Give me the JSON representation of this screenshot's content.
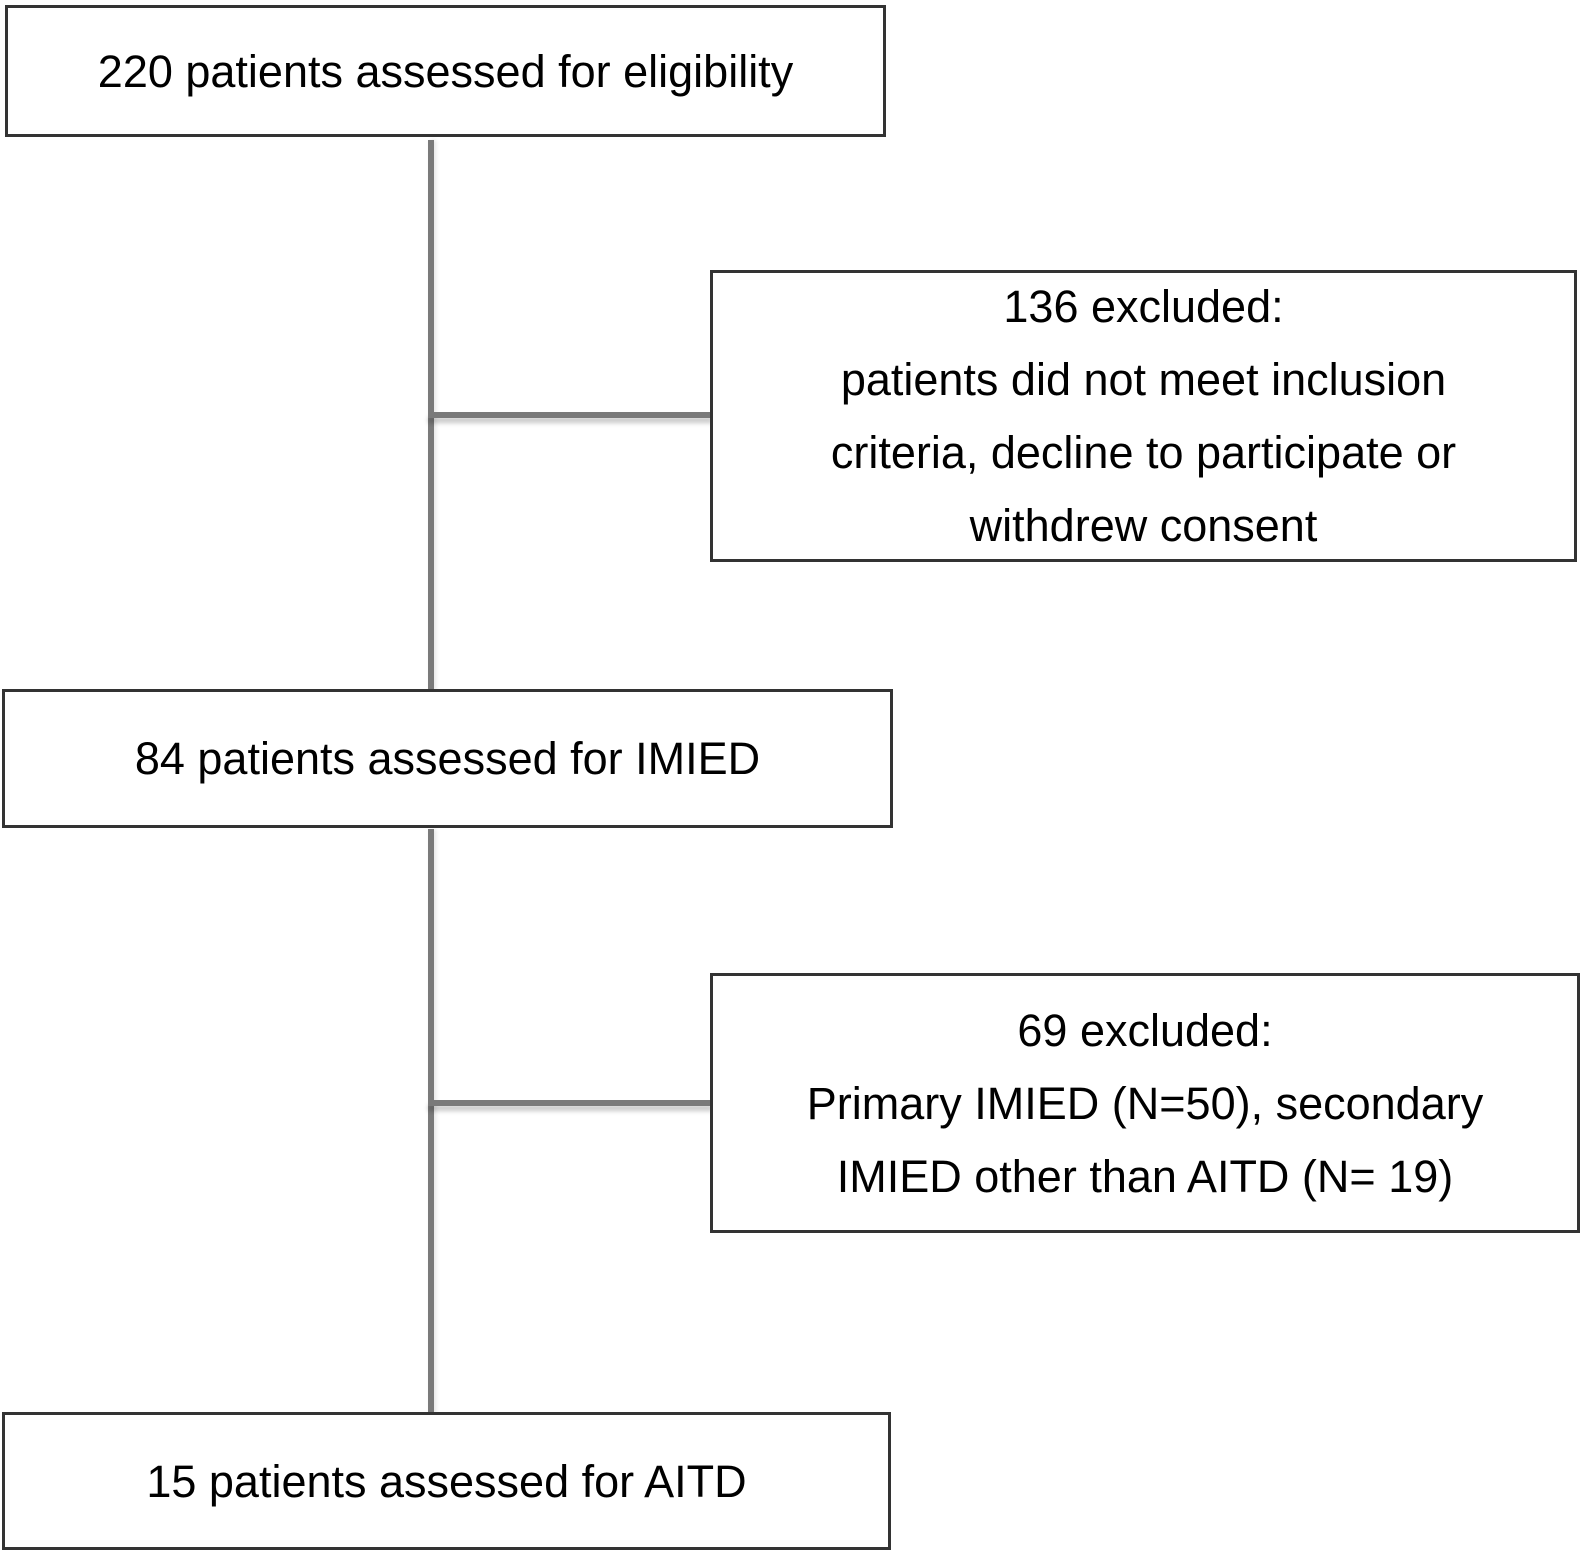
{
  "colors": {
    "background": "#ffffff",
    "box_border": "#333333",
    "connector_line": "#7a7a7a",
    "text": "#000000"
  },
  "flowchart": {
    "type": "patient-flow-diagram",
    "nodes": [
      {
        "id": "eligibility",
        "lines": [
          "220 patients assessed for eligibility"
        ]
      },
      {
        "id": "excluded-after-eligibility",
        "lines": [
          "136 excluded:",
          "patients did not meet inclusion",
          "criteria, decline to participate or",
          "withdrew consent"
        ]
      },
      {
        "id": "imied",
        "lines": [
          "84 patients assessed for IMIED"
        ]
      },
      {
        "id": "excluded-after-imied",
        "lines": [
          "69 excluded:",
          "Primary IMIED (N=50), secondary",
          "IMIED other than AITD (N= 19)"
        ]
      },
      {
        "id": "aitd",
        "lines": [
          "15 patients assessed for AITD"
        ]
      }
    ]
  }
}
